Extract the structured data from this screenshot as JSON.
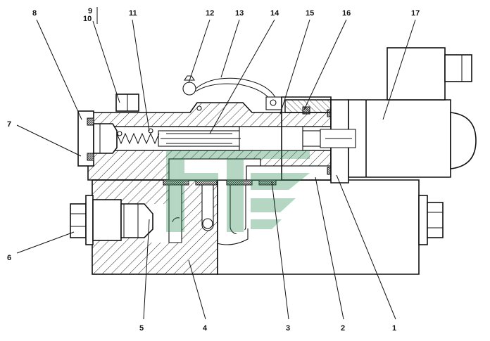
{
  "callouts": [
    {
      "id": "c1",
      "text": "1"
    },
    {
      "id": "c2",
      "text": "2"
    },
    {
      "id": "c3",
      "text": "3"
    },
    {
      "id": "c4",
      "text": "4"
    },
    {
      "id": "c5",
      "text": "5"
    },
    {
      "id": "c6",
      "text": "6"
    },
    {
      "id": "c7",
      "text": "7"
    },
    {
      "id": "c8",
      "text": "8"
    },
    {
      "id": "c9",
      "text": "9"
    },
    {
      "id": "c10",
      "text": "10"
    },
    {
      "id": "c11",
      "text": "11"
    },
    {
      "id": "c12",
      "text": "12"
    },
    {
      "id": "c13",
      "text": "13"
    },
    {
      "id": "c14",
      "text": "14"
    },
    {
      "id": "c15",
      "text": "15"
    },
    {
      "id": "c16",
      "text": "16"
    },
    {
      "id": "c17",
      "text": "17"
    }
  ],
  "colors": {
    "line": "#111111",
    "watermark": "#2e8b57"
  },
  "watermark_icon": "logo-watermark"
}
